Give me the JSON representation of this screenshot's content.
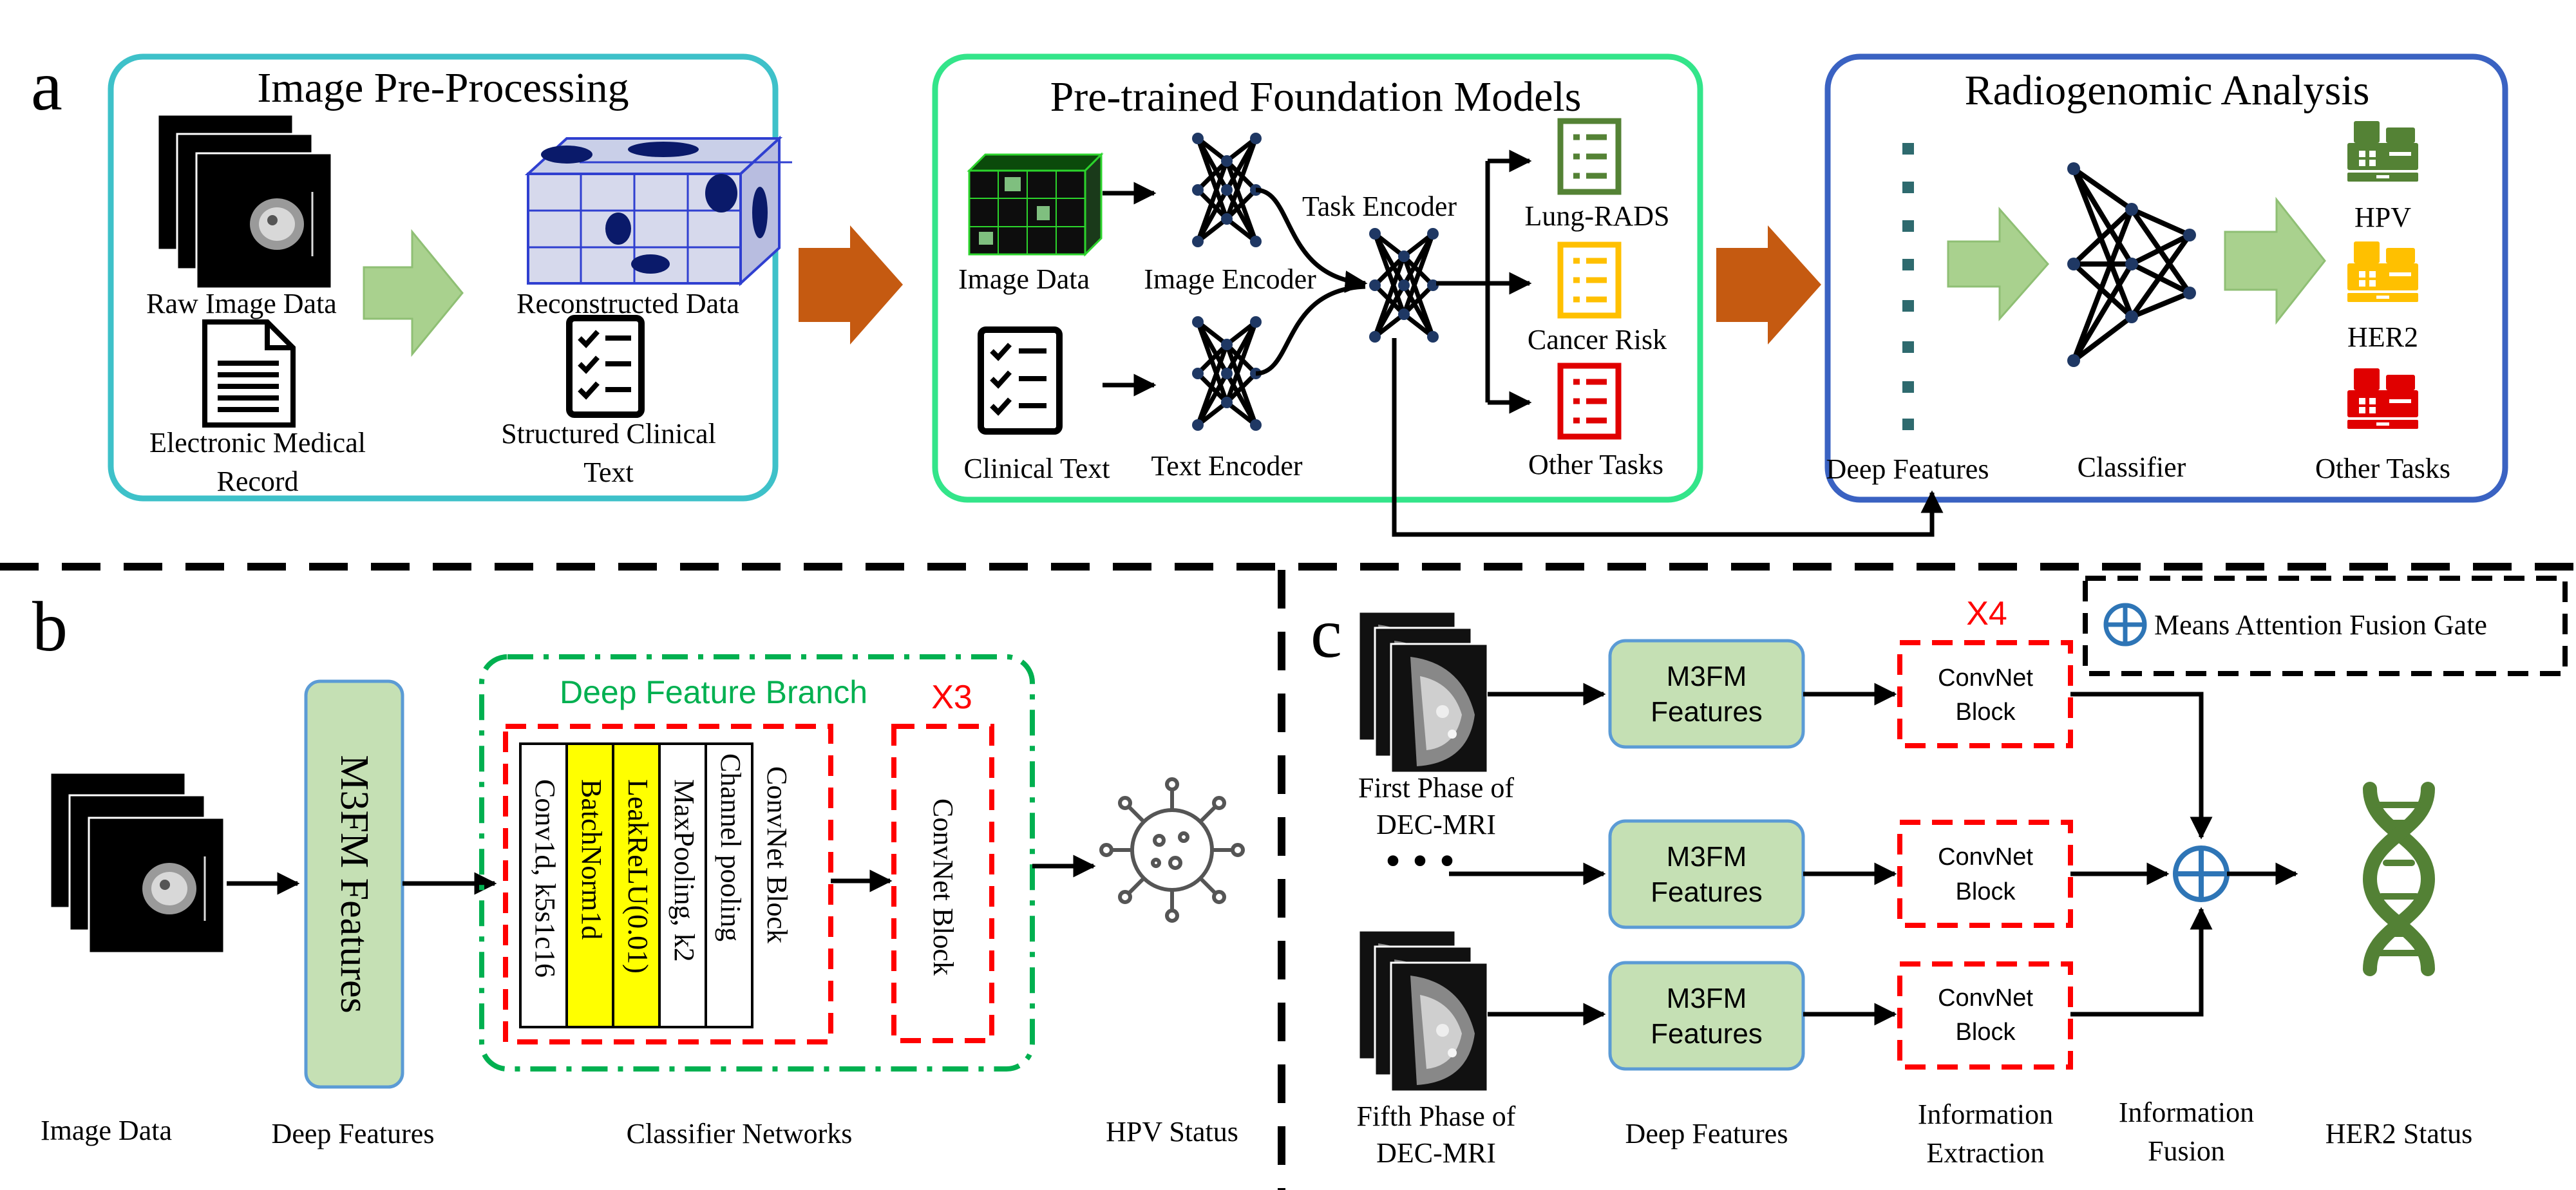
{
  "panel_a": {
    "letter": "a",
    "preprocessing": {
      "title": "Image Pre-Processing",
      "raw_image_data": "Raw Image Data",
      "reconstructed_data": "Reconstructed Data",
      "emr_line1": "Electronic Medical",
      "emr_line2": "Record",
      "structured_line1": "Structured Clinical",
      "structured_line2": "Text"
    },
    "foundation": {
      "title": "Pre-trained Foundation Models",
      "image_data": "Image Data",
      "clinical_text": "Clinical Text",
      "image_encoder": "Image Encoder",
      "text_encoder": "Text Encoder",
      "task_encoder": "Task Encoder",
      "lung_rads": "Lung-RADS",
      "cancer_risk": "Cancer Risk",
      "other_tasks": "Other Tasks"
    },
    "radiogenomic": {
      "title": "Radiogenomic Analysis",
      "deep_features": "Deep Features",
      "classifier": "Classifier",
      "hpv": "HPV",
      "her2": "HER2",
      "other_tasks": "Other Tasks"
    }
  },
  "panel_b": {
    "letter": "b",
    "m3fm_features": "M3FM Features",
    "deep_feature_branch": "Deep Feature Branch",
    "x3": "X3",
    "layers": [
      "Conv1d, k5s1c16",
      "BatchNorm1d",
      "LeakReLU(0.01)",
      "MaxPooling, k2",
      "Channel pooling"
    ],
    "convnet_block_label": "ConvNet Block",
    "convnet_block_box": "ConvNet Block",
    "image_data": "Image Data",
    "deep_features": "Deep Features",
    "classifier_networks": "Classifier Networks",
    "hpv_status": "HPV Status"
  },
  "panel_c": {
    "letter": "c",
    "legend": "Means Attention Fusion Gate",
    "x4": "X4",
    "first_phase_line1": "First Phase of",
    "first_phase_line2": "DEC-MRI",
    "fifth_phase_line1": "Fifth Phase of",
    "fifth_phase_line2": "DEC-MRI",
    "ellipsis": "• • •",
    "m3fm_line1": "M3FM",
    "m3fm_line2": "Features",
    "convnet_line1": "ConvNet",
    "convnet_line2": "Block",
    "deep_features": "Deep Features",
    "info_extraction_line1": "Information",
    "info_extraction_line2": "Extraction",
    "info_fusion_line1": "Information",
    "info_fusion_line2": "Fusion",
    "her2_status": "HER2 Status"
  },
  "colors": {
    "teal_border": "#3ec1c9",
    "green_border": "#33e58a",
    "blue_border": "#3a62c2",
    "light_green_fill": "#a9d18e",
    "m3fm_fill": "#c5e0b4",
    "m3fm_border": "#5b9bd5",
    "orange_arrow": "#c55a11",
    "red_dash": "#ff0000",
    "green_dash": "#00b050",
    "yellow": "#ffff00",
    "lung_rads_green": "#548235",
    "cancer_risk_yellow": "#ffc000",
    "other_tasks_red": "#e00000",
    "dna_green": "#538135",
    "fusion_blue": "#2e75b6"
  },
  "icons": [
    "ct-stack-icon",
    "document-icon",
    "checklist-icon",
    "voxel-cube-icon",
    "neural-network-icon",
    "report-icon",
    "cash-register-icon",
    "virus-icon",
    "dna-icon",
    "mri-stack-icon",
    "fusion-gate-icon"
  ]
}
